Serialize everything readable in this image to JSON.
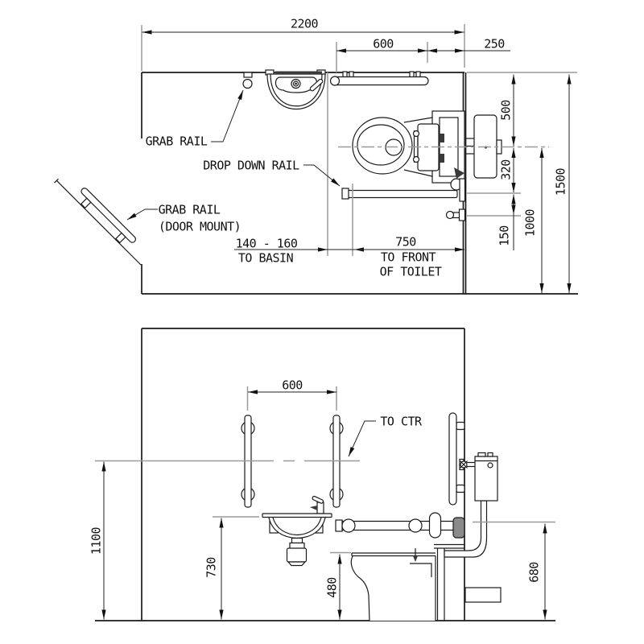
{
  "plan_view": {
    "labels": {
      "grab_rail": "GRAB RAIL",
      "drop_down_rail": "DROP DOWN RAIL",
      "grab_rail_door_line1": "GRAB RAIL",
      "grab_rail_door_line2": "(DOOR MOUNT)"
    },
    "dimensions": {
      "overall_width": "2200",
      "rail_length": "600",
      "rail_to_wall": "250",
      "basin_offset_value": "140 - 160",
      "basin_offset_label": "TO BASIN",
      "toilet_front_value": "750",
      "toilet_front_label_line1": "TO FRONT",
      "toilet_front_label_line2": "OF TOILET",
      "wall_to_toilet_centre": "500",
      "centre_to_drop_rail": "320",
      "drop_rail_to_holder": "150",
      "centre_to_rear_wall": "1000",
      "overall_depth": "1500"
    }
  },
  "elevation_view": {
    "labels": {
      "to_ctr": "TO CTR"
    },
    "dimensions": {
      "rail_spacing": "600",
      "rail_centre_height": "1100",
      "basin_rim_height": "730",
      "toilet_seat_height": "480",
      "drop_rail_height": "680"
    }
  },
  "colors": {
    "background": "#ffffff",
    "geometry": "#1a1a1a",
    "extension_lines": "#9a9a9a",
    "dimension_lines": "#222222",
    "text": "#111111"
  }
}
